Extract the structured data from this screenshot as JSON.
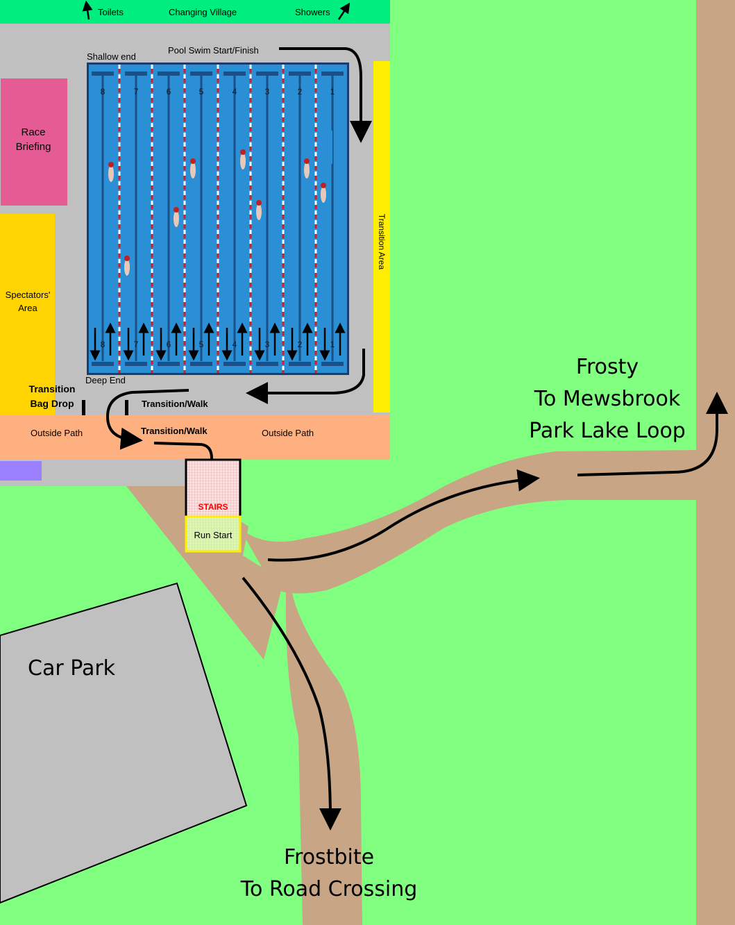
{
  "colors": {
    "grass": "#80ff80",
    "path": "#c8a584",
    "building": "#c0c0c0",
    "top_bar": "#00ee80",
    "pool": "#2a8fd4",
    "pool_edge": "#1a3c6e",
    "race_briefing": "#e45c93",
    "spectators": "#ffd400",
    "transition_area": "#ffee00",
    "outside_path": "#ffb080",
    "stairs": "#e8cfcf",
    "run_start": "#d8f4a8",
    "purple_block": "#9a80ff"
  },
  "top_bar": {
    "toilets": "Toilets",
    "changing_village": "Changing Village",
    "showers": "Showers"
  },
  "pool": {
    "shallow_end": "Shallow end",
    "deep_end": "Deep End",
    "swim_start_finish": "Pool Swim Start/Finish",
    "lanes": [
      {
        "top": "8",
        "bottom": "8"
      },
      {
        "top": "7",
        "bottom": "7"
      },
      {
        "top": "6",
        "bottom": "6"
      },
      {
        "top": "5",
        "bottom": "5"
      },
      {
        "top": "4",
        "bottom": "4"
      },
      {
        "top": "3",
        "bottom": "3"
      },
      {
        "top": "2",
        "bottom": "2"
      },
      {
        "top": "1",
        "bottom": "1"
      }
    ]
  },
  "areas": {
    "race_briefing_line1": "Race",
    "race_briefing_line2": "Briefing",
    "spectators_line1": "Spectators'",
    "spectators_line2": "Area",
    "transition_area": "Transition Area",
    "transition_bag_drop_line1": "Transition",
    "transition_bag_drop_line2": "Bag Drop",
    "transition_walk_upper": "Transition/Walk",
    "transition_walk_lower": "Transition/Walk",
    "outside_path_left": "Outside Path",
    "outside_path_right": "Outside Path",
    "stairs": "STAIRS",
    "run_start": "Run Start",
    "car_park": "Car Park"
  },
  "routes": {
    "frosty_line1": "Frosty",
    "frosty_line2": "To Mewsbrook",
    "frosty_line3": "Park Lake Loop",
    "frostbite_line1": "Frostbite",
    "frostbite_line2": "To Road Crossing"
  }
}
